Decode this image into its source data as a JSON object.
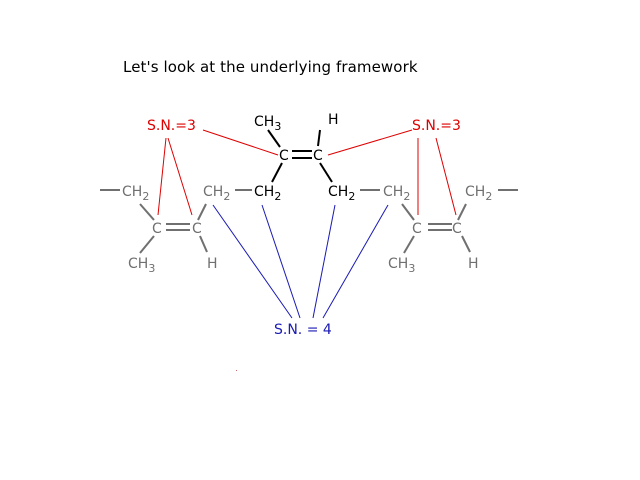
{
  "heading": "Let's look at the underlying framework",
  "colors": {
    "chain_gray": "#707070",
    "center_black": "#000000",
    "trigonal_red": "#dd0000",
    "tetrahedral_blue": "#1a1ab4"
  },
  "labels": {
    "sn_trigonal": "S.N.=3",
    "sn_tetrahedral": "S.N. = 4",
    "carbon": "C",
    "hydrogen": "H",
    "ch": "CH",
    "sub2": "2",
    "sub3": "3"
  }
}
